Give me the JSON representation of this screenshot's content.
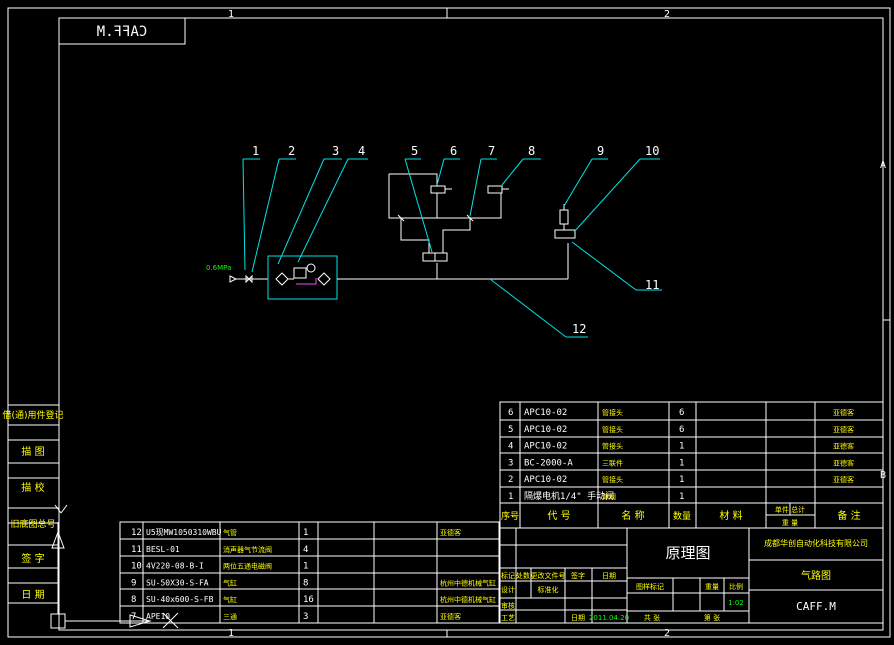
{
  "drawing": {
    "code_mirrored": "CAFF.M",
    "pressure_label": "0.6MPa",
    "zone_top": [
      "1",
      "2"
    ],
    "zone_bottom": [
      "1",
      "2"
    ],
    "zone_side": [
      "A",
      "B"
    ]
  },
  "balloons": [
    "1",
    "2",
    "3",
    "4",
    "5",
    "6",
    "7",
    "8",
    "9",
    "10",
    "11",
    "12"
  ],
  "side_strip": [
    "借(通)用件登记",
    "描 图",
    "描 校",
    "旧底图总号",
    "签 字",
    "日 期"
  ],
  "bom_left": [
    {
      "no": "12",
      "code": "U5现MW1050310WBU",
      "name": "气管",
      "qty": "1",
      "remark": "亚德客"
    },
    {
      "no": "11",
      "code": "BESL-01",
      "name": "消声器气节流阀",
      "qty": "4",
      "remark": ""
    },
    {
      "no": "10",
      "code": "4V220-08-B-I",
      "name": "两位五通电磁阀",
      "qty": "1",
      "remark": ""
    },
    {
      "no": "9",
      "code": "SU-50X30-S-FA",
      "name": "气缸",
      "qty": "8",
      "remark": "杭州中德机械气缸"
    },
    {
      "no": "8",
      "code": "SU-40x600-S-FB",
      "name": "气缸",
      "qty": "16",
      "remark": "杭州中德机械气缸"
    },
    {
      "no": "7",
      "code": "APE10",
      "name": "三通",
      "qty": "3",
      "remark": "亚德客"
    }
  ],
  "bom_right": [
    {
      "no": "6",
      "code": "APC10-02",
      "name": "管接头",
      "qty": "6",
      "remark": "亚德客"
    },
    {
      "no": "5",
      "code": "APC10-02",
      "name": "管接头",
      "qty": "6",
      "remark": "亚德客"
    },
    {
      "no": "4",
      "code": "APC10-02",
      "name": "管接头",
      "qty": "1",
      "remark": "亚德客"
    },
    {
      "no": "3",
      "code": "BC-2000-A",
      "name": "三联件",
      "qty": "1",
      "remark": "亚德客"
    },
    {
      "no": "2",
      "code": "APC10-02",
      "name": "管接头",
      "qty": "1",
      "remark": "亚德客"
    },
    {
      "no": "1",
      "code": "隔爆电机1/4\" 手动阀",
      "name": "球阀",
      "qty": "1",
      "remark": ""
    }
  ],
  "bom_header": [
    "序号",
    "代 号",
    "名 称",
    "数量",
    "材 料",
    "单件 总计",
    "备 注"
  ],
  "bom_header_sub": [
    "重 量"
  ],
  "title_block": {
    "title": "原理图",
    "company": "成都华创自动化科技有限公司",
    "drawing_name": "气路图",
    "drawing_no": "CAFF.M",
    "scale": "1:02",
    "date": "2011.04.20",
    "left_rows": [
      "标记",
      "处数",
      "更改文件号",
      "签字",
      "日期",
      "设计",
      "标准化",
      "审核",
      "工艺",
      "日期"
    ],
    "mid_rows": [
      "图样标记",
      "重量",
      "比例",
      "共 张",
      "第 张"
    ]
  }
}
